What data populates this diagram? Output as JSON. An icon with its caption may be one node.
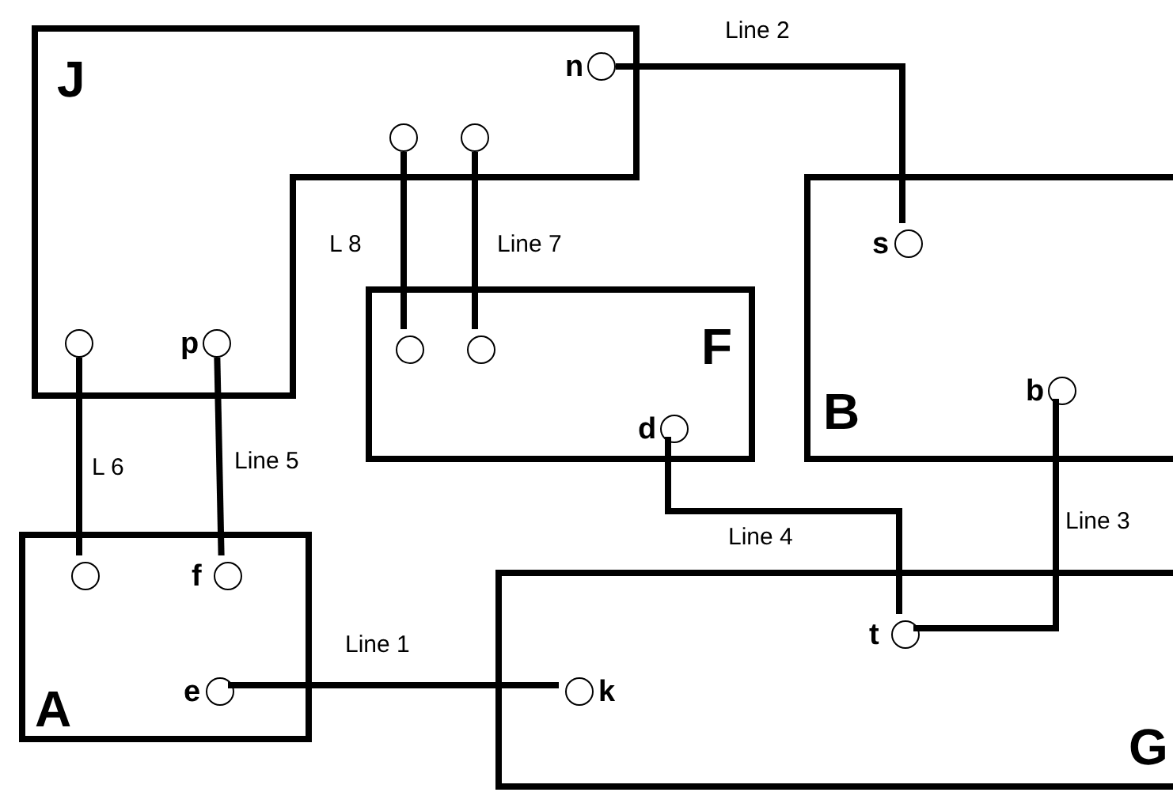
{
  "diagram": {
    "nodes": [
      {
        "text": [
          "J"
        ]
      },
      {
        "text": [],
        "shape": "circle",
        "in": 0,
        "beside": [
          "n"
        ]
      },
      {
        "text": [],
        "shape": "circle",
        "in": 0
      },
      {
        "text": [],
        "shape": "circle",
        "in": 0,
        "beside": [
          "p"
        ]
      },
      {
        "text": [],
        "shape": "circle",
        "in": 0
      },
      {
        "text": [],
        "shape": "circle",
        "in": 0
      },
      {
        "text": [
          "F"
        ]
      },
      {
        "text": [],
        "shape": "circle",
        "in": 6
      },
      {
        "text": [],
        "shape": "circle",
        "in": 6
      },
      {
        "text": [],
        "shape": "circle",
        "in": 6,
        "beside": [
          "d"
        ]
      },
      {
        "text": [
          "B"
        ]
      },
      {
        "text": [],
        "shape": "circle",
        "in": 10,
        "beside": [
          "s"
        ]
      },
      {
        "text": [],
        "shape": "circle",
        "in": 10,
        "beside": [
          "b"
        ]
      },
      {
        "text": [
          "A"
        ]
      },
      {
        "text": [],
        "shape": "circle",
        "in": 13
      },
      {
        "text": [],
        "shape": "circle",
        "in": 13,
        "beside": [
          "f"
        ]
      },
      {
        "text": [],
        "shape": "circle",
        "in": 13,
        "beside": [
          "e"
        ]
      },
      {
        "text": [
          "G"
        ]
      },
      {
        "text": [],
        "shape": "circle",
        "in": 17,
        "beside": [
          "t"
        ]
      },
      {
        "text": [],
        "shape": "circle",
        "in": 17,
        "beside": [
          "k"
        ]
      }
    ],
    "edges": [
      {
        "from": 1,
        "to": 11,
        "arrow": "none",
        "label": "Line 2"
      },
      {
        "from": 4,
        "to": 7,
        "arrow": "none",
        "label": "L 8"
      },
      {
        "from": 5,
        "to": 8,
        "arrow": "none",
        "label": "Line 7"
      },
      {
        "from": 2,
        "to": 14,
        "arrow": "none",
        "label": "L 6"
      },
      {
        "from": 3,
        "to": 15,
        "arrow": "none",
        "label": "Line 5"
      },
      {
        "from": 9,
        "to": 18,
        "arrow": "none",
        "label": "Line 4"
      },
      {
        "from": 12,
        "to": 18,
        "arrow": "none",
        "label": "Line 3"
      },
      {
        "from": 16,
        "to": 19,
        "arrow": "none",
        "label": "Line 1"
      }
    ]
  }
}
